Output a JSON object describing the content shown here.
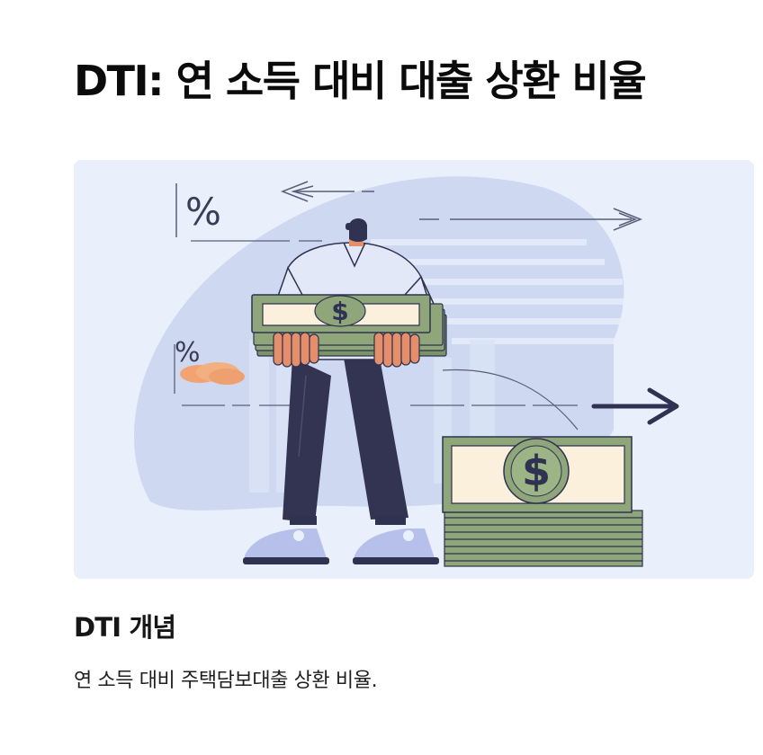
{
  "article": {
    "title": "DTI: 연 소득 대비 대출 상환 비율",
    "section_heading": "DTI 개념",
    "section_text": "연 소득 대비 주택담보대출 상환 비율."
  },
  "illustration": {
    "symbols": {
      "percent_large": "%",
      "percent_small": "%",
      "dollar": "$"
    },
    "colors": {
      "background": "#e9effb",
      "blob": "#c4d1ee",
      "navy": "#2f3250",
      "money_green": "#8fa67a",
      "money_cream": "#fbf0db",
      "skin": "#e58f6a",
      "shirt": "#dfe6f8"
    }
  }
}
